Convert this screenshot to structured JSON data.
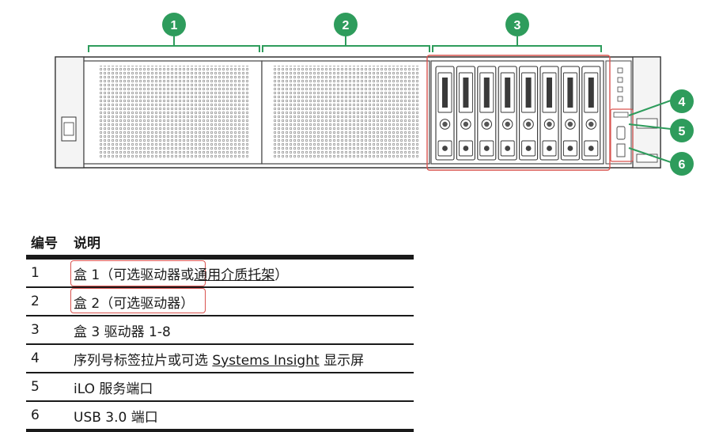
{
  "callouts": [
    "1",
    "2",
    "3",
    "4",
    "5",
    "6"
  ],
  "colors": {
    "callout_fill": "#2e9c5c",
    "highlight": "#d9534f",
    "bracket": "#2e9c5c"
  },
  "table": {
    "headers": [
      "编号",
      "说明"
    ],
    "rows": [
      {
        "num": "1",
        "pre": "盒 1（可选驱动器或",
        "link": "通用介质托架",
        "post": "）"
      },
      {
        "num": "2",
        "pre": "盒 2（可选驱动器）",
        "link": "",
        "post": ""
      },
      {
        "num": "3",
        "pre": "盒 3 驱动器 1-8",
        "link": "",
        "post": ""
      },
      {
        "num": "4",
        "pre": "序列号标签拉片或可选 ",
        "link": "Systems Insight",
        "post": " 显示屏"
      },
      {
        "num": "5",
        "pre": "iLO 服务端口",
        "link": "",
        "post": ""
      },
      {
        "num": "6",
        "pre": "USB 3.0 端口",
        "link": "",
        "post": ""
      }
    ]
  }
}
